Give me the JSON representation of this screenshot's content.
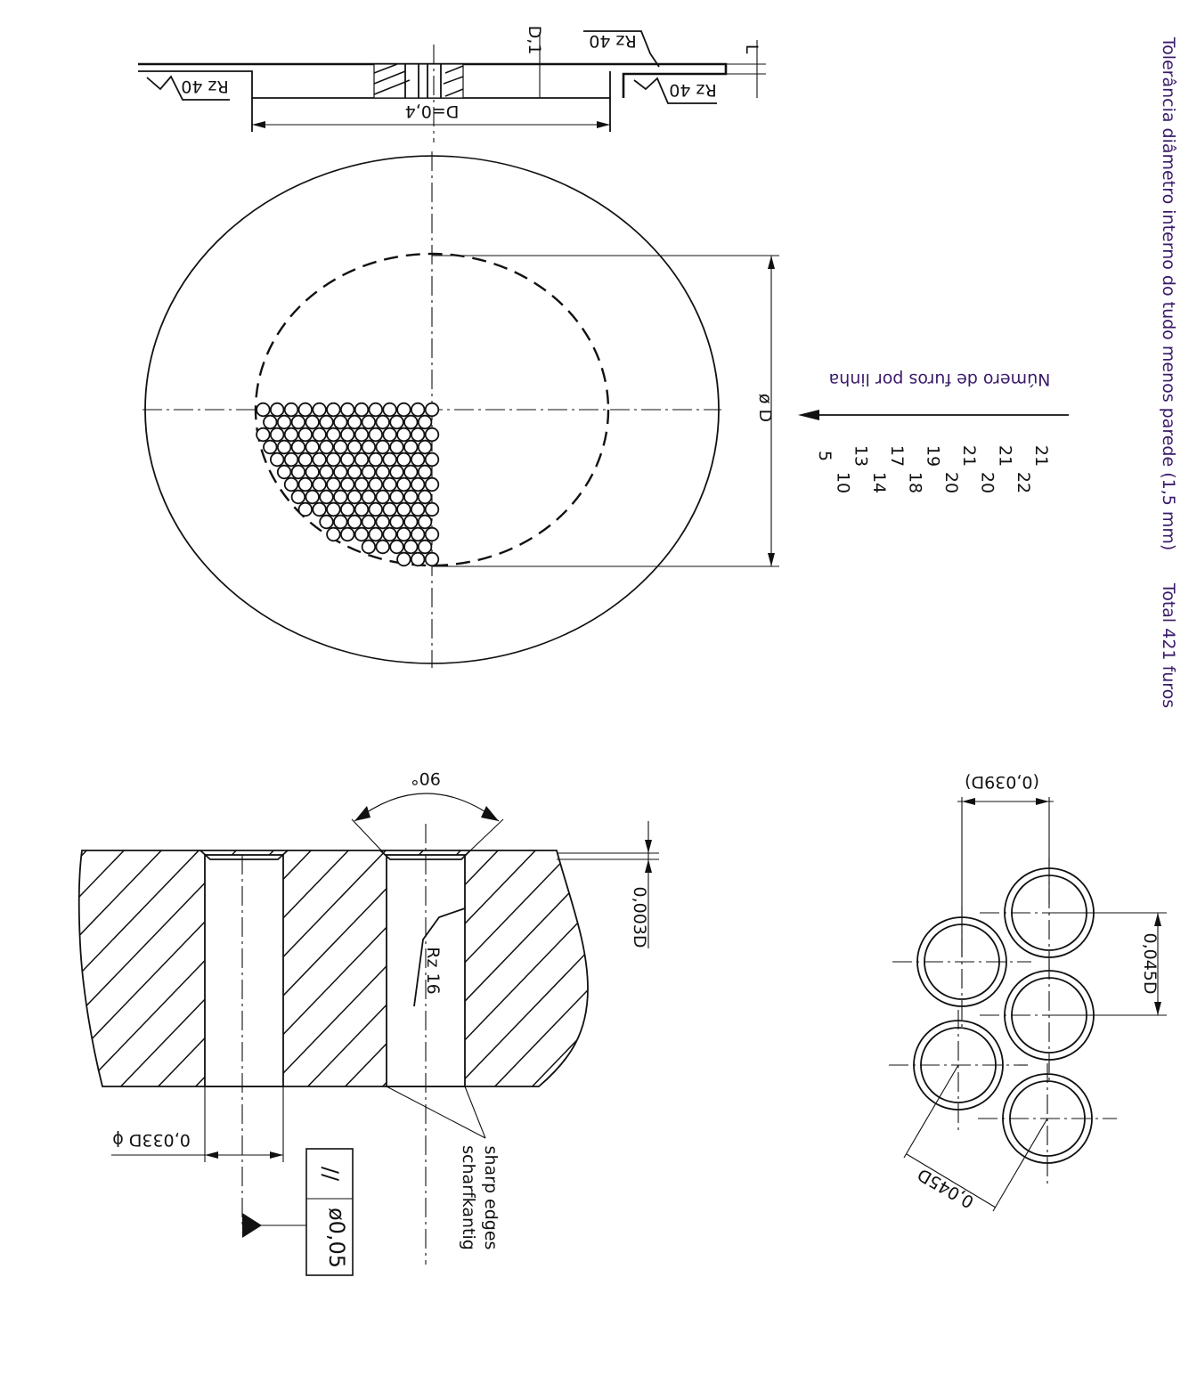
{
  "side_view": {
    "roughness_left": "Rz 40",
    "roughness_right_top": "Rz 40",
    "roughness_right_bottom": "Rz 40",
    "diameter_label": "D=0,4",
    "thickness_label": "D,1",
    "plate_label": "L"
  },
  "plan_view": {
    "diameter_label": "ø D",
    "arrow_label": "Número de furos por linha",
    "holes_per_row_col1": [
      "21",
      "21",
      "21",
      "19",
      "17",
      "13",
      "5"
    ],
    "holes_per_row_col2": [
      "22",
      "20",
      "20",
      "18",
      "14",
      "10"
    ]
  },
  "section_view": {
    "angle_label": "90°",
    "depth_label": "0,003D",
    "roughness_label": "Rz 16",
    "hole_diameter_label": "0,033D ϕ",
    "edge_label_1": "scharfkantig",
    "edge_label_2": "sharp edges",
    "tolerance_value": "ø0,05",
    "tolerance_symbol": "//"
  },
  "pattern_view": {
    "pitch_label_top": "(0,039D)",
    "pitch_label_right": "0,045D",
    "pitch_label_diag": "0,045D"
  },
  "notes": {
    "note_1": "Tolerância diâmetro interno do tudo menos parede (1,5 mm)",
    "note_2": "Total 421 furos"
  }
}
